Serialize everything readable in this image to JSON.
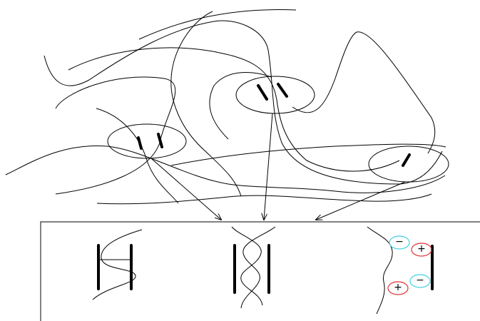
{
  "diagram": {
    "type": "polymer-network-crosslink-illustration",
    "top_panel": {
      "ellipses": [
        "crosslink-region-left",
        "crosslink-region-center",
        "crosslink-region-right"
      ]
    },
    "bottom_panel": {
      "mechanisms": [
        "parallel-chains-bridge",
        "entangled-chains",
        "ionic-interaction"
      ],
      "charges": [
        {
          "symbol": "−",
          "color": "#40d0e0"
        },
        {
          "symbol": "+",
          "color": "#e03030"
        },
        {
          "symbol": "−",
          "color": "#40d0e0"
        },
        {
          "symbol": "+",
          "color": "#e03030"
        }
      ]
    }
  }
}
